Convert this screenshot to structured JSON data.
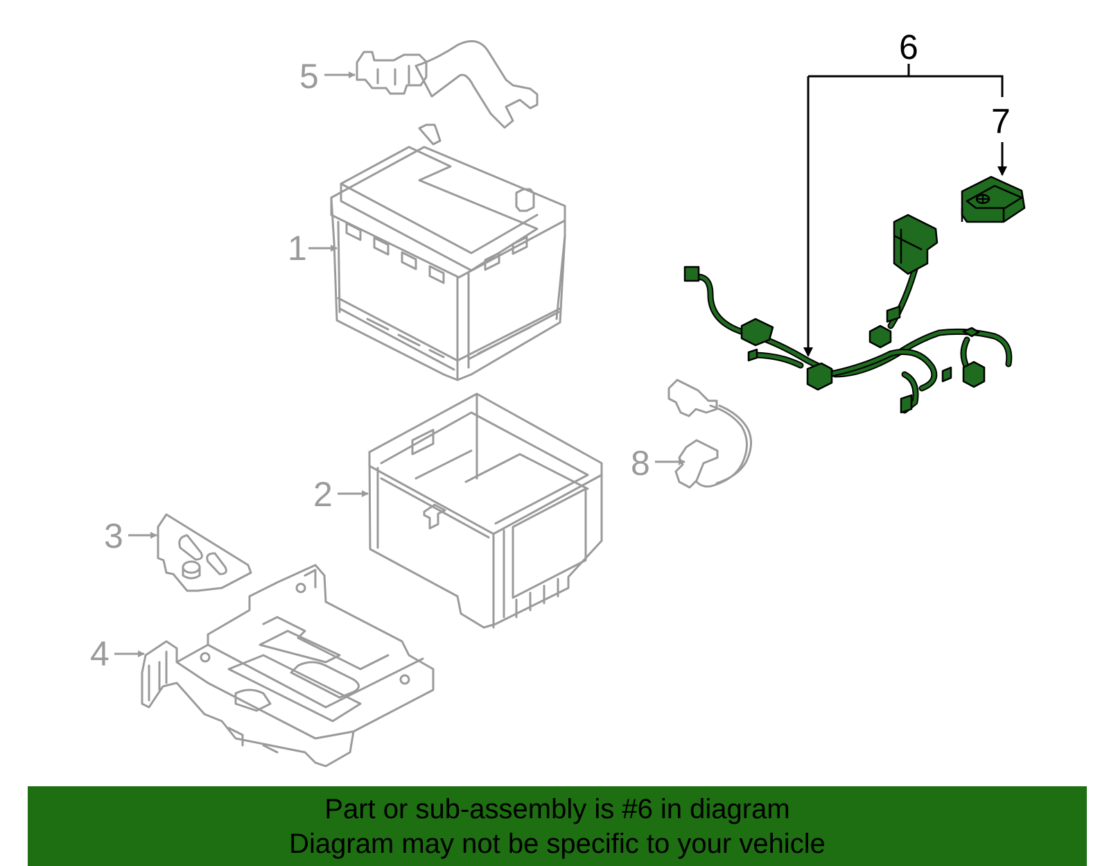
{
  "callouts": [
    {
      "id": "1",
      "text": "1",
      "highlighted": false
    },
    {
      "id": "2",
      "text": "2",
      "highlighted": false
    },
    {
      "id": "3",
      "text": "3",
      "highlighted": false
    },
    {
      "id": "4",
      "text": "4",
      "highlighted": false
    },
    {
      "id": "5",
      "text": "5",
      "highlighted": false
    },
    {
      "id": "6",
      "text": "6",
      "highlighted": true
    },
    {
      "id": "7",
      "text": "7",
      "highlighted": true
    },
    {
      "id": "8",
      "text": "8",
      "highlighted": false
    }
  ],
  "banner": {
    "line1": "Part or sub-assembly is #6 in diagram",
    "line2": "Diagram may not be specific to your vehicle"
  },
  "colors": {
    "banner_bg": "#1e6e12",
    "highlight_part": "#1f6b1f",
    "part_outline": "#9a9a9a"
  }
}
